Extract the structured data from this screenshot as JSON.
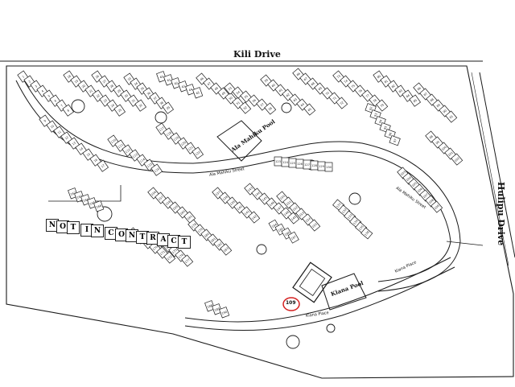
{
  "roads": {
    "kili_drive": "Kili Drive",
    "hulipu_drive": "Hulipu Drive",
    "ala_mahiku_street_top": "Ala Mahiku Street",
    "ala_mahiku_street_right": "Ala Mahiku Street",
    "kiana_place_1": "Kiana Place",
    "kiana_place_2": "Kiana Place"
  },
  "pools": {
    "ala_mahiku_pool": "Ala Mahiku Pool",
    "kiana_pool": "Kiana Pool"
  },
  "notice": {
    "letters": [
      "N",
      "O",
      "T",
      " ",
      "I",
      "N",
      " ",
      "C",
      "O",
      "N",
      "T",
      "R",
      "A",
      "C",
      "T"
    ]
  },
  "highlighted_unit": {
    "number": "109"
  },
  "units": [
    "1",
    "2",
    "3",
    "4",
    "5",
    "6",
    "7",
    "8",
    "9",
    "10",
    "11",
    "12",
    "13",
    "14",
    "15",
    "16",
    "17",
    "18",
    "19",
    "20",
    "21",
    "22",
    "23",
    "24",
    "25",
    "26",
    "27",
    "28",
    "29",
    "30",
    "31",
    "32",
    "33",
    "34",
    "35",
    "36",
    "37",
    "38",
    "39",
    "40",
    "41",
    "42",
    "43",
    "44",
    "45",
    "46",
    "47",
    "48",
    "49",
    "50",
    "51",
    "52",
    "53",
    "54",
    "55",
    "56",
    "57",
    "58",
    "59",
    "60",
    "61",
    "62",
    "63",
    "64",
    "65",
    "66",
    "67",
    "68",
    "69",
    "70",
    "71",
    "72",
    "73",
    "74",
    "75",
    "76",
    "77",
    "78",
    "79",
    "80",
    "81",
    "82",
    "83",
    "84",
    "85",
    "86",
    "87",
    "88",
    "89",
    "90",
    "91",
    "92",
    "93",
    "94",
    "95",
    "96",
    "97",
    "98",
    "99",
    "100",
    "101",
    "102",
    "103",
    "104",
    "105",
    "106",
    "107",
    "108",
    "109",
    "110",
    "111",
    "112",
    "113",
    "114",
    "115",
    "116",
    "117",
    "118",
    "119",
    "120",
    "121",
    "122",
    "123",
    "124",
    "125",
    "126",
    "127",
    "128",
    "129",
    "130",
    "131",
    "132",
    "133",
    "134",
    "135",
    "136",
    "137",
    "138",
    "139",
    "140",
    "141",
    "142",
    "143",
    "144",
    "145",
    "146",
    "147",
    "148",
    "149",
    "150",
    "151",
    "152",
    "153",
    "154",
    "155",
    "156",
    "157",
    "158",
    "159",
    "160",
    "161",
    "162",
    "163",
    "164",
    "165",
    "166",
    "167",
    "168",
    "169",
    "170",
    "171",
    "172",
    "173",
    "174",
    "175",
    "176",
    "177",
    "178",
    "179",
    "180",
    "181",
    "182",
    "183",
    "184",
    "185",
    "186",
    "187",
    "188",
    "189",
    "190"
  ],
  "colors": {
    "ink": "#1a1a1a",
    "paper": "#ffffff",
    "highlight": "#d42020"
  }
}
